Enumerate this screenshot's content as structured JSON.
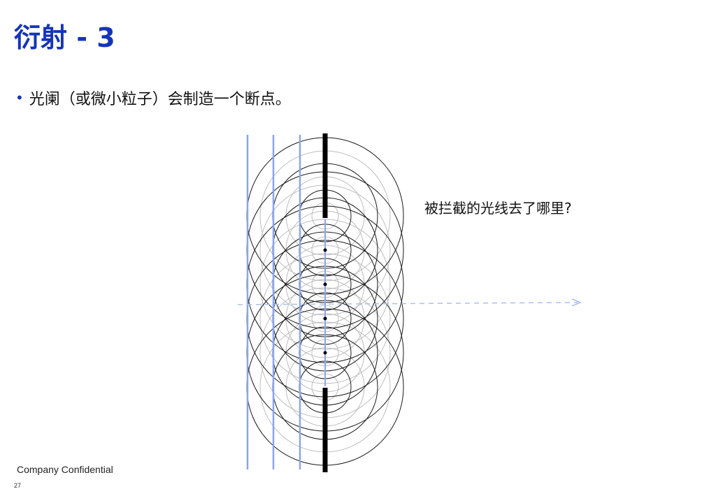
{
  "slide": {
    "title": "衍射 - 3",
    "bullet": "光阑（或微小粒子）会制造一个断点。",
    "question": "被拦截的光线去了哪里?",
    "footer": "Company Confidential",
    "page_number": "27"
  },
  "colors": {
    "title": "#1434b8",
    "wavefront": "#8aa6ea",
    "barrier": "#000000",
    "circle_dark": "#1a1a1a",
    "circle_light": "#bdbdbd",
    "arrow": "#aac0ee"
  }
}
